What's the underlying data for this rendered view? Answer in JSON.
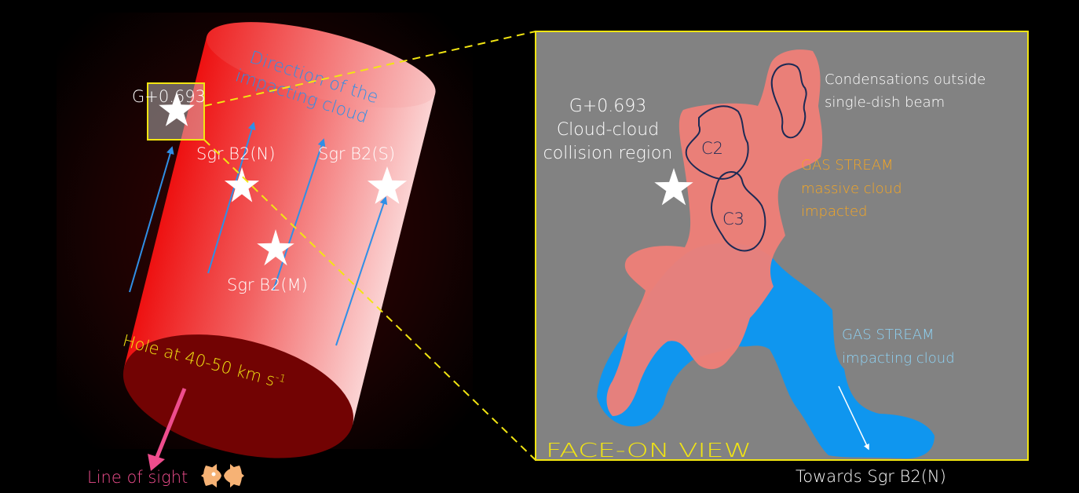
{
  "left": {
    "source_label": "G+0.693",
    "direction_line1": "Direction of the",
    "direction_line2": "impacting cloud",
    "sgr_n": "Sgr B2(N)",
    "sgr_s": "Sgr B2(S)",
    "sgr_m": "Sgr B2(M)",
    "hole_label_main": "Hole at 40-50 km s",
    "hole_label_sup": "-1",
    "line_of_sight": "Line of sight"
  },
  "right": {
    "g_label_line1": "G+0.693",
    "g_label_line2": "Cloud-cloud",
    "g_label_line3": "collision region",
    "condensations_line1": "Condensations outside",
    "condensations_line2": "single-dish beam",
    "c2": "C2",
    "c3": "C3",
    "stream_massive_line1": "GAS STREAM",
    "stream_massive_line2": "massive cloud",
    "stream_massive_line3": "impacted",
    "stream_impacting_line1": "GAS STREAM",
    "stream_impacting_line2": "impacting cloud",
    "face_on": "FACE-ON VIEW",
    "towards": "Towards Sgr B2(N)"
  },
  "colors": {
    "yellow": "#f2e512",
    "arrow_blue": "#2f8fe6",
    "impacting_cloud": "#0f96ef",
    "massive_cloud": "#ee7f78",
    "orange_text": "#f5a623",
    "light_blue_text": "#8ed3f5",
    "pink": "#ee4d8d",
    "eye_orange": "#f6b275"
  },
  "icons": [
    "star-icon",
    "eye-icon",
    "arrow-icon"
  ]
}
